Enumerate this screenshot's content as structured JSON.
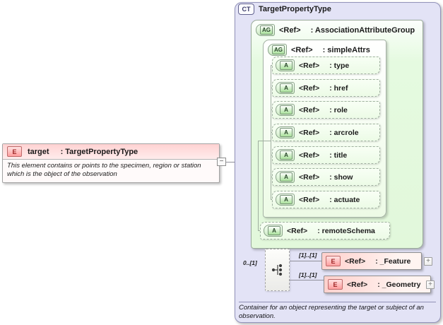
{
  "source_element": {
    "badge": "E",
    "name": "target",
    "type_suffix": ": TargetPropertyType",
    "annotation": "This element contains or points to the specimen, region or station which is the object of the observation",
    "toggle_glyph": "−"
  },
  "complex_type": {
    "badge": "CT",
    "title": "TargetPropertyType",
    "annotation": "Container for an object representing the target or subject of an observation.",
    "association_group": {
      "badge": "AG",
      "ref_label": "<Ref>",
      "name_suffix": ": AssociationAttributeGroup"
    },
    "simple_attrs": {
      "badge": "AG",
      "ref_label": "<Ref>",
      "name_suffix": ": simpleAttrs",
      "attributes": [
        {
          "badge": "A",
          "ref_label": "<Ref>",
          "name_suffix": ": type"
        },
        {
          "badge": "A",
          "ref_label": "<Ref>",
          "name_suffix": ": href"
        },
        {
          "badge": "A",
          "ref_label": "<Ref>",
          "name_suffix": ": role"
        },
        {
          "badge": "A",
          "ref_label": "<Ref>",
          "name_suffix": ": arcrole"
        },
        {
          "badge": "A",
          "ref_label": "<Ref>",
          "name_suffix": ": title"
        },
        {
          "badge": "A",
          "ref_label": "<Ref>",
          "name_suffix": ": show"
        },
        {
          "badge": "A",
          "ref_label": "<Ref>",
          "name_suffix": ": actuate"
        }
      ]
    },
    "remote_schema": {
      "badge": "A",
      "ref_label": "<Ref>",
      "name_suffix": ": remoteSchema"
    },
    "choice": {
      "occurrence": "0..[1]",
      "branches": [
        {
          "occurrence": "[1]..[1]",
          "badge": "E",
          "ref_label": "<Ref>",
          "name_suffix": ": _Feature",
          "expander": "+"
        },
        {
          "occurrence": "[1]..[1]",
          "badge": "E",
          "ref_label": "<Ref>",
          "name_suffix": ": _Geometry",
          "expander": "+"
        }
      ]
    }
  },
  "colors": {
    "complex_type_fill": "#e3e3f6",
    "group_fill": "#e5fae0",
    "attribute_fill": "#ecfbe6",
    "element_fill": "#ffd0cc",
    "element_badge": "#ff9e9e",
    "attr_badge": "#a9e19b"
  }
}
